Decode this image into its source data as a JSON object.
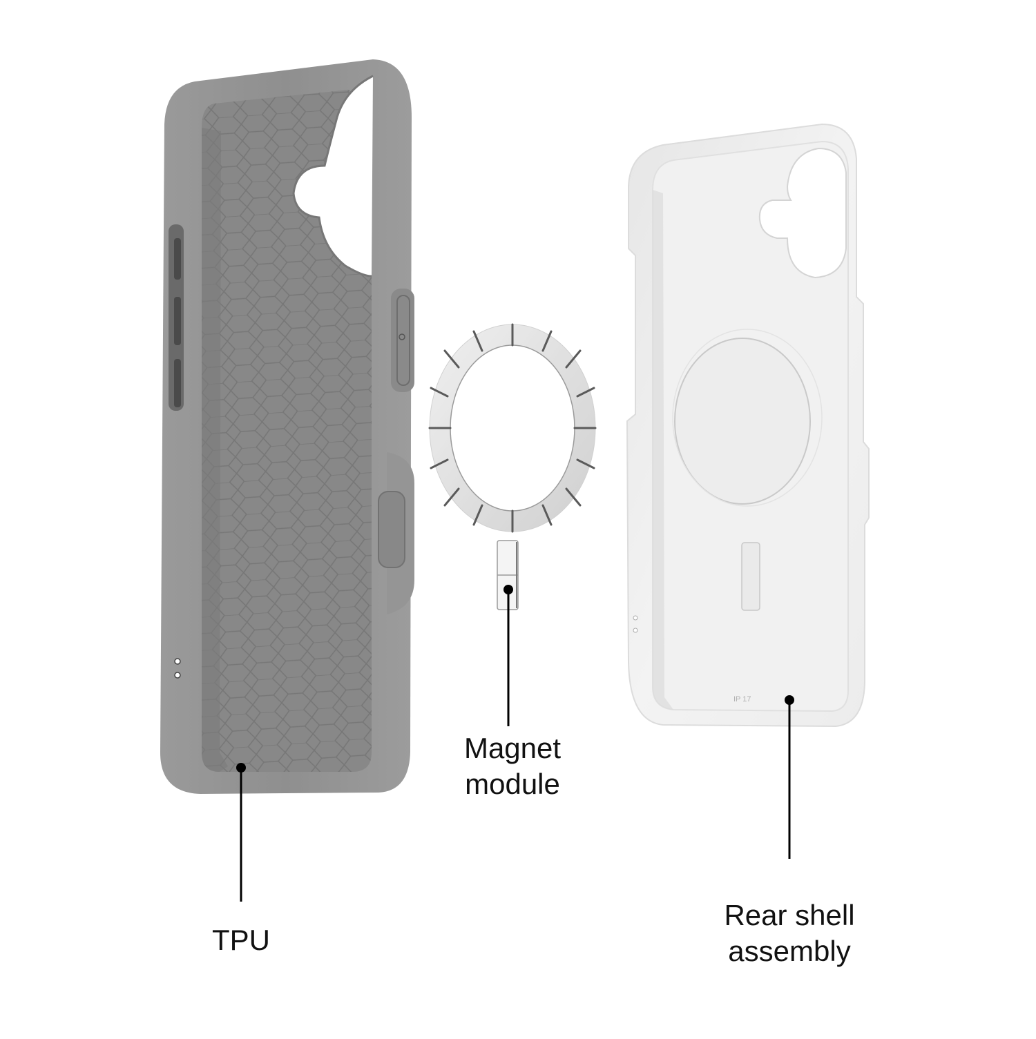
{
  "diagram": {
    "type": "exploded-product-view",
    "background": "#ffffff",
    "components": [
      {
        "id": "tpu",
        "label_lines": [
          "TPU"
        ],
        "color": "#8c8c8c",
        "inner_color": "#878787",
        "edge_color": "#9a9a9a"
      },
      {
        "id": "magnet-module",
        "label_lines": [
          "Magnet",
          "module"
        ],
        "color": "#f2f2f2",
        "edge_color": "#6a6a6a"
      },
      {
        "id": "rear-shell",
        "label_lines": [
          "Rear shell",
          "assembly"
        ],
        "color": "#efefef",
        "edge_color": "#d6d6d6",
        "imprint_text": "IP 17"
      }
    ],
    "leader_line_color": "#000000"
  }
}
